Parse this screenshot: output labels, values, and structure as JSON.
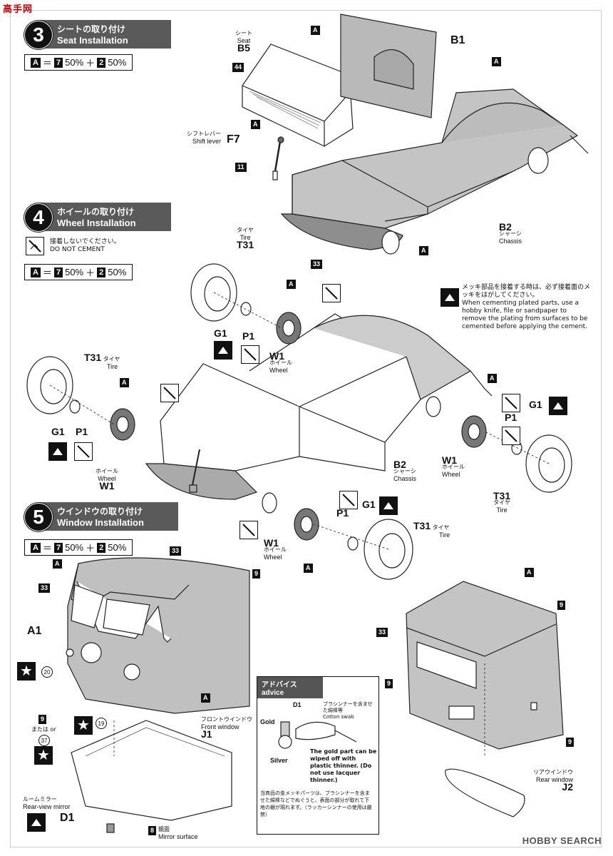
{
  "watermark": {
    "top_left": "高手网",
    "bottom_right": "HOBBY SEARCH"
  },
  "paint_formula": {
    "a": "A",
    "eq": "＝",
    "c1": "7",
    "p1": "50%",
    "plus": "＋",
    "c2": "2",
    "p2": "50%"
  },
  "step3": {
    "number": "3",
    "title_jp": "シートの取り付け",
    "title_en": "Seat Installation",
    "seat": {
      "jp": "シート",
      "en": "Seat",
      "part": "B5",
      "color_num": "44"
    },
    "shift": {
      "jp": "シフトレバー",
      "en": "Shift lever",
      "part": "F7",
      "color_num": "11"
    },
    "chassis": {
      "part": "B2",
      "jp": "シャーシ",
      "en": "Chassis"
    },
    "b1": "B1",
    "floor_color": "33"
  },
  "step4": {
    "number": "4",
    "title_jp": "ホイールの取り付け",
    "title_en": "Wheel Installation",
    "do_not_cement_jp": "接着しないでください。",
    "do_not_cement_en": "DO NOT CEMENT",
    "tire": {
      "jp": "タイヤ",
      "en": "Tire",
      "part": "T31"
    },
    "wheel": {
      "jp": "ホイール",
      "en": "Wheel",
      "part": "W1"
    },
    "g1": "G1",
    "p1": "P1",
    "chassis": {
      "part": "B2",
      "jp": "シャーシ",
      "en": "Chassis"
    },
    "plated_note_jp": "メッキ部品を接着する時は、必ず接着面のメッキをはがしてください。",
    "plated_note_en": "When cementing plated parts, use a hobby knife, file or sandpaper to remove the plating from surfaces to be cemented before applying the cement."
  },
  "step5": {
    "number": "5",
    "title_jp": "ウインドウの取り付け",
    "title_en": "Window Installation",
    "body": "A1",
    "color_9": "9",
    "color_33": "33",
    "color_37": "37",
    "color_8": "8",
    "or_jp": "または",
    "or_en": "or",
    "c20": "20",
    "c19": "19",
    "front_window": {
      "jp": "フロントウインドウ",
      "en": "Front window",
      "part": "J1"
    },
    "mirror": {
      "jp": "ルームミラー",
      "en": "Rear-view mirror",
      "part": "D1"
    },
    "mirror_surface": {
      "jp": "鏡面",
      "en": "Mirror surface"
    },
    "rear_window": {
      "jp": "リアウインドウ",
      "en": "Rear window",
      "part": "J2"
    },
    "advice": {
      "jp": "アドバイス",
      "en": "advice",
      "part": "D1",
      "brush_jp": "ブラシンナーを含ませた綿棒等",
      "brush_en": "Cotton swab",
      "gold": "Gold",
      "silver": "Silver",
      "text_en": "The gold part can be wiped off with plastic thinner. (Do not use lacquer thinner.)",
      "text_jp": "当商品の金メッキパーツは、ブラシンナーを含ませた綿棒などでぬぐうと、表面の部分が取れて下地の銀が現れます。（ラッカーシンナーの使用は厳禁）"
    }
  }
}
